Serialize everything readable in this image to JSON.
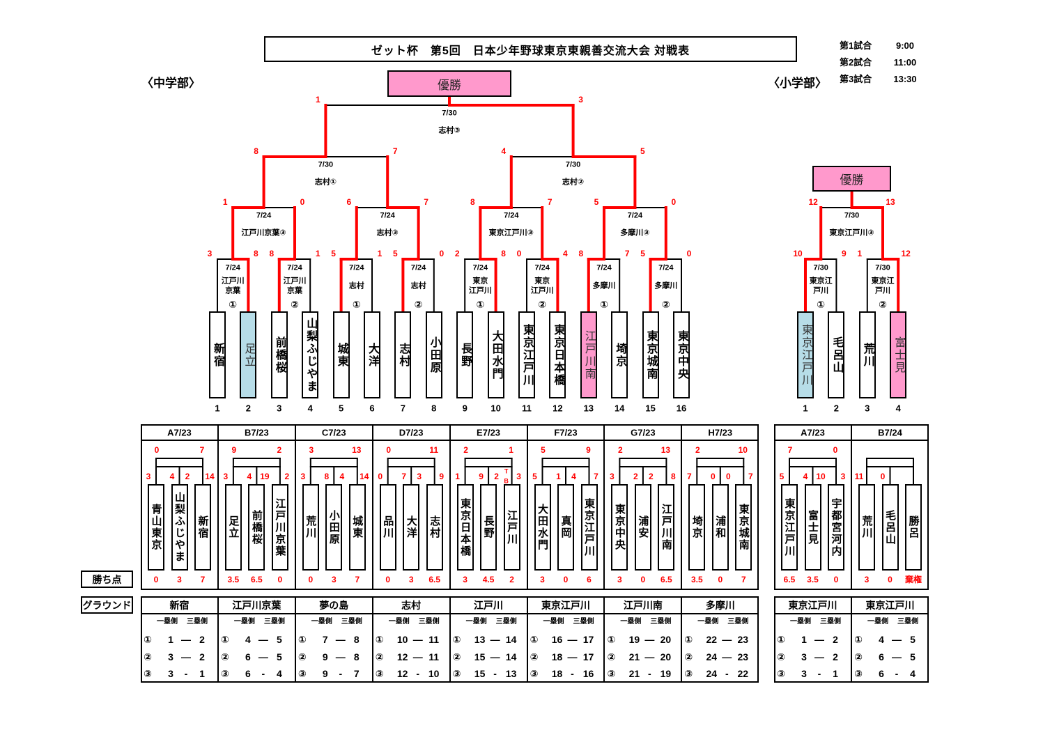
{
  "title": "ゼット杯　第5回　日本少年野球東京東親善交流大会 対戦表",
  "schedule": [
    {
      "label": "第1試合",
      "time": "9:00"
    },
    {
      "label": "第2試合",
      "time": "11:00"
    },
    {
      "label": "第3試合",
      "time": "13:30"
    }
  ],
  "colors": {
    "win_line": "#ff0000",
    "line": "#000000",
    "score": "#ff0000",
    "champion_fill": "#ff99cc",
    "champion_team": "#ff99cc",
    "runner_up_team": "#b7dde8"
  },
  "junior_high": {
    "division_label": "〈中学部〉",
    "champion_label": "優勝",
    "teams": [
      {
        "no": "1",
        "name": "新宿",
        "highlight": ""
      },
      {
        "no": "2",
        "name": "足立",
        "highlight": "runner_up"
      },
      {
        "no": "3",
        "name": "前橋桜",
        "highlight": ""
      },
      {
        "no": "4",
        "name": "山梨ふじやま",
        "highlight": ""
      },
      {
        "no": "5",
        "name": "城東",
        "highlight": ""
      },
      {
        "no": "6",
        "name": "大洋",
        "highlight": ""
      },
      {
        "no": "7",
        "name": "志村",
        "highlight": ""
      },
      {
        "no": "8",
        "name": "小田原",
        "highlight": ""
      },
      {
        "no": "9",
        "name": "長野",
        "highlight": ""
      },
      {
        "no": "10",
        "name": "大田水門",
        "highlight": ""
      },
      {
        "no": "11",
        "name": "東京江戸川",
        "highlight": ""
      },
      {
        "no": "12",
        "name": "東京日本橋",
        "highlight": ""
      },
      {
        "no": "13",
        "name": "江戸川南",
        "highlight": "champion"
      },
      {
        "no": "14",
        "name": "埼京",
        "highlight": ""
      },
      {
        "no": "15",
        "name": "東京城南",
        "highlight": ""
      },
      {
        "no": "16",
        "name": "東京中央",
        "highlight": ""
      }
    ],
    "rounds": [
      [
        {
          "date": "7/24",
          "venue": [
            "江戸川",
            "京葉"
          ],
          "game": "①",
          "scores": [
            "3",
            "8"
          ]
        },
        {
          "date": "7/24",
          "venue": [
            "江戸川",
            "京葉"
          ],
          "game": "②",
          "scores": [
            "8",
            "1"
          ]
        },
        {
          "date": "7/24",
          "venue": [
            "志村"
          ],
          "game": "①",
          "scores": [
            "5",
            "1"
          ]
        },
        {
          "date": "7/24",
          "venue": [
            "志村"
          ],
          "game": "②",
          "scores": [
            "5",
            "0"
          ]
        },
        {
          "date": "7/24",
          "venue": [
            "東京",
            "江戸川"
          ],
          "game": "①",
          "scores": [
            "2",
            "8"
          ]
        },
        {
          "date": "7/24",
          "venue": [
            "東京",
            "江戸川"
          ],
          "game": "②",
          "scores": [
            "0",
            "4"
          ]
        },
        {
          "date": "7/24",
          "venue": [
            "多摩川"
          ],
          "game": "①",
          "scores": [
            "8",
            "7"
          ]
        },
        {
          "date": "7/24",
          "venue": [
            "多摩川"
          ],
          "game": "②",
          "scores": [
            "5",
            "0"
          ]
        }
      ],
      [
        {
          "date": "7/24",
          "venue": "江戸川京葉③",
          "scores": [
            "1",
            "0"
          ]
        },
        {
          "date": "7/24",
          "venue": "志村③",
          "scores": [
            "6",
            "7"
          ]
        },
        {
          "date": "7/24",
          "venue": "東京江戸川③",
          "scores": [
            "8",
            "7"
          ]
        },
        {
          "date": "7/24",
          "venue": "多摩川③",
          "scores": [
            "5",
            "0"
          ]
        }
      ],
      [
        {
          "date": "7/30",
          "venue": "志村①",
          "scores": [
            "8",
            "7"
          ]
        },
        {
          "date": "7/30",
          "venue": "志村②",
          "scores": [
            "4",
            "5"
          ]
        }
      ],
      [
        {
          "date": "7/30",
          "venue": "志村③",
          "scores": [
            "1",
            "3"
          ]
        }
      ]
    ]
  },
  "elementary": {
    "division_label": "〈小学部〉",
    "champion_label": "優勝",
    "teams": [
      {
        "no": "1",
        "name": "東京江戸川",
        "highlight": "runner_up"
      },
      {
        "no": "2",
        "name": "毛呂山",
        "highlight": ""
      },
      {
        "no": "3",
        "name": "荒川",
        "highlight": ""
      },
      {
        "no": "4",
        "name": "富士見",
        "highlight": "champion"
      }
    ],
    "rounds": [
      [
        {
          "date": "7/30",
          "venue": [
            "東京江",
            "戸川"
          ],
          "game": "①",
          "scores": [
            "10",
            "9"
          ]
        },
        {
          "date": "7/30",
          "venue": [
            "東京江",
            "戸川"
          ],
          "game": "②",
          "scores": [
            "1",
            "12"
          ]
        }
      ],
      [
        {
          "date": "7/30",
          "venue": "東京江戸川③",
          "scores": [
            "12",
            "13"
          ]
        }
      ]
    ]
  },
  "points_label": "勝ち点",
  "ground_label": "グラウンド",
  "ground_side_labels": [
    "一塁側",
    "三塁側"
  ],
  "junior_high_groups": [
    {
      "header": "A7/23",
      "teams": [
        "青山東京",
        "山梨ふじやま",
        "新宿"
      ],
      "top_scores": [
        "0",
        "7"
      ],
      "mid_scores": [
        "3",
        "4",
        "2",
        "14"
      ],
      "points": [
        "0",
        "3",
        "7"
      ]
    },
    {
      "header": "B7/23",
      "teams": [
        "足立",
        "前橋桜",
        "江戸川京葉"
      ],
      "top_scores": [
        "9",
        "2"
      ],
      "mid_scores": [
        "3",
        "4",
        "19",
        "2"
      ],
      "points": [
        "3.5",
        "6.5",
        "0"
      ]
    },
    {
      "header": "C7/23",
      "teams": [
        "荒川",
        "小田原",
        "城東"
      ],
      "top_scores": [
        "3",
        "13"
      ],
      "mid_scores": [
        "3",
        "8",
        "4",
        "14"
      ],
      "points": [
        "0",
        "3",
        "7"
      ]
    },
    {
      "header": "D7/23",
      "teams": [
        "品川",
        "大洋",
        "志村"
      ],
      "top_scores": [
        "0",
        "11"
      ],
      "mid_scores": [
        "0",
        "7",
        "3",
        "9"
      ],
      "points": [
        "0",
        "3",
        "6.5"
      ]
    },
    {
      "header": "E7/23",
      "teams": [
        "東京日本橋",
        "長野",
        "江戸川"
      ],
      "top_scores": [
        "2",
        "1"
      ],
      "mid_scores": [
        "1",
        "9",
        "2",
        "3"
      ],
      "points": [
        "3",
        "4.5",
        "2"
      ],
      "note": [
        "T",
        "B"
      ]
    },
    {
      "header": "F7/23",
      "teams": [
        "大田水門",
        "真岡",
        "東京江戸川"
      ],
      "top_scores": [
        "5",
        "9"
      ],
      "mid_scores": [
        "5",
        "1",
        "4",
        "7"
      ],
      "points": [
        "3",
        "0",
        "6"
      ]
    },
    {
      "header": "G7/23",
      "teams": [
        "東京中央",
        "浦安",
        "江戸川南"
      ],
      "top_scores": [
        "2",
        "13"
      ],
      "mid_scores": [
        "3",
        "2",
        "2",
        "8"
      ],
      "points": [
        "3",
        "0",
        "6.5"
      ]
    },
    {
      "header": "H7/23",
      "teams": [
        "埼京",
        "浦和",
        "東京城南"
      ],
      "top_scores": [
        "2",
        "10"
      ],
      "mid_scores": [
        "7",
        "0",
        "0",
        "7"
      ],
      "points": [
        "3.5",
        "0",
        "7"
      ]
    }
  ],
  "elementary_groups": [
    {
      "header": "A7/23",
      "teams": [
        "東京江戸川",
        "富士見",
        "宇都宮河内"
      ],
      "top_scores": [
        "7",
        "0"
      ],
      "mid_scores": [
        "5",
        "4",
        "10",
        "3"
      ],
      "points": [
        "6.5",
        "3.5",
        "0"
      ]
    },
    {
      "header": "B7/24",
      "teams": [
        "荒川",
        "毛呂山",
        "勝呂"
      ],
      "top_scores": [
        "",
        ""
      ],
      "mid_scores": [
        "11",
        "0",
        "",
        ""
      ],
      "points": [
        "3",
        "0",
        "棄権"
      ]
    }
  ],
  "junior_high_grounds": [
    {
      "name": "新宿",
      "rows": [
        {
          "game": "①",
          "first": "1",
          "sep": "—",
          "third": "2"
        },
        {
          "game": "②",
          "first": "3",
          "sep": "—",
          "third": "2"
        },
        {
          "game": "③",
          "first": "3",
          "sep": "-",
          "third": "1"
        }
      ]
    },
    {
      "name": "江戸川京葉",
      "rows": [
        {
          "game": "①",
          "first": "4",
          "sep": "—",
          "third": "5"
        },
        {
          "game": "②",
          "first": "6",
          "sep": "—",
          "third": "5"
        },
        {
          "game": "③",
          "first": "6",
          "sep": "-",
          "third": "4"
        }
      ]
    },
    {
      "name": "夢の島",
      "rows": [
        {
          "game": "①",
          "first": "7",
          "sep": "—",
          "third": "8"
        },
        {
          "game": "②",
          "first": "9",
          "sep": "—",
          "third": "8"
        },
        {
          "game": "③",
          "first": "9",
          "sep": "-",
          "third": "7"
        }
      ]
    },
    {
      "name": "志村",
      "rows": [
        {
          "game": "①",
          "first": "10",
          "sep": "—",
          "third": "11"
        },
        {
          "game": "②",
          "first": "12",
          "sep": "—",
          "third": "11"
        },
        {
          "game": "③",
          "first": "12",
          "sep": "-",
          "third": "10"
        }
      ]
    },
    {
      "name": "江戸川",
      "rows": [
        {
          "game": "①",
          "first": "13",
          "sep": "—",
          "third": "14"
        },
        {
          "game": "②",
          "first": "15",
          "sep": "—",
          "third": "14"
        },
        {
          "game": "③",
          "first": "15",
          "sep": "-",
          "third": "13"
        }
      ]
    },
    {
      "name": "東京江戸川",
      "rows": [
        {
          "game": "①",
          "first": "16",
          "sep": "—",
          "third": "17"
        },
        {
          "game": "②",
          "first": "18",
          "sep": "—",
          "third": "17"
        },
        {
          "game": "③",
          "first": "18",
          "sep": "-",
          "third": "16"
        }
      ]
    },
    {
      "name": "江戸川南",
      "rows": [
        {
          "game": "①",
          "first": "19",
          "sep": "—",
          "third": "20"
        },
        {
          "game": "②",
          "first": "21",
          "sep": "—",
          "third": "20"
        },
        {
          "game": "③",
          "first": "21",
          "sep": "-",
          "third": "19"
        }
      ]
    },
    {
      "name": "多摩川",
      "rows": [
        {
          "game": "①",
          "first": "22",
          "sep": "—",
          "third": "23"
        },
        {
          "game": "②",
          "first": "24",
          "sep": "—",
          "third": "23"
        },
        {
          "game": "③",
          "first": "24",
          "sep": "-",
          "third": "22"
        }
      ]
    }
  ],
  "elementary_grounds": [
    {
      "name": "東京江戸川",
      "rows": [
        {
          "game": "①",
          "first": "1",
          "sep": "—",
          "third": "2"
        },
        {
          "game": "②",
          "first": "3",
          "sep": "—",
          "third": "2"
        },
        {
          "game": "③",
          "first": "3",
          "sep": "-",
          "third": "1"
        }
      ]
    },
    {
      "name": "東京江戸川",
      "rows": [
        {
          "game": "①",
          "first": "4",
          "sep": "—",
          "third": "5"
        },
        {
          "game": "②",
          "first": "6",
          "sep": "—",
          "third": "5"
        },
        {
          "game": "③",
          "first": "6",
          "sep": "-",
          "third": "4"
        }
      ]
    }
  ]
}
